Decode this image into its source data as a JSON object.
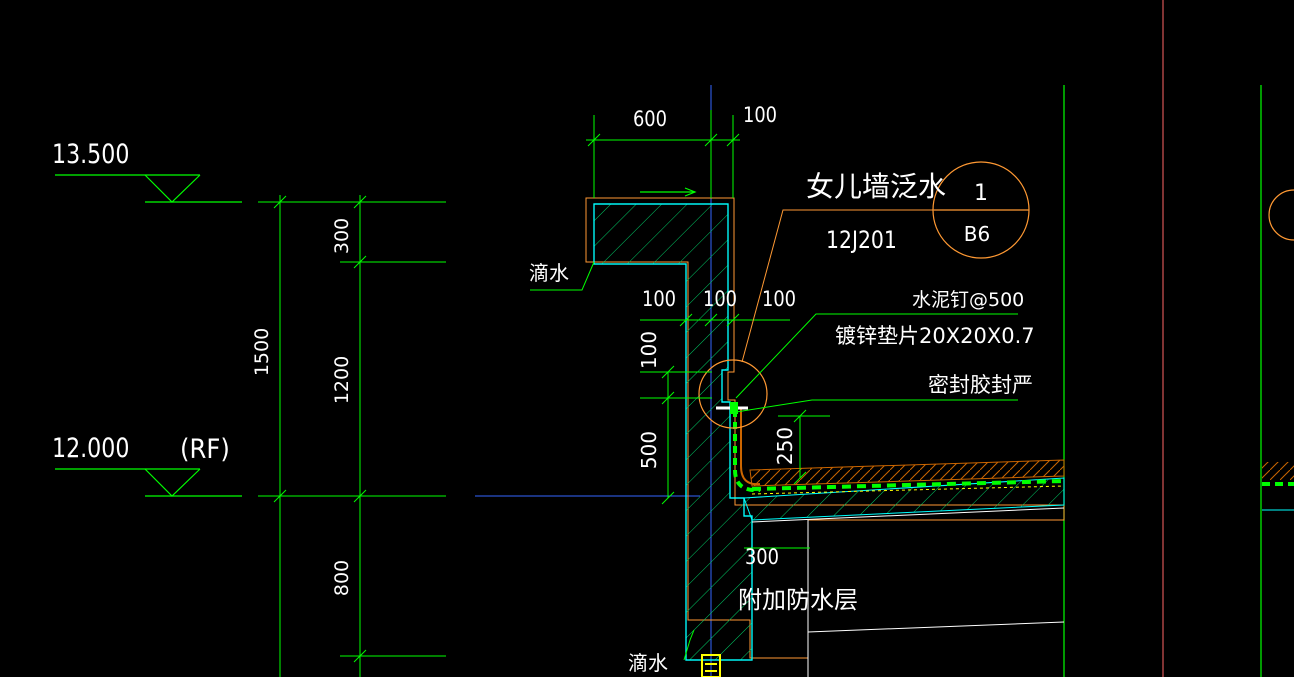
{
  "drawing": {
    "elevations": {
      "top": "13.500",
      "roof": "12.000",
      "roof_tag": "(RF)"
    },
    "vertical_dims": {
      "d1": "300",
      "d2": "1200",
      "d3": "800",
      "total": "1500"
    },
    "detail_dims": {
      "cap_width": "600",
      "cap_extra": "100",
      "wall_a": "100",
      "wall_b": "100",
      "wall_c": "100",
      "step": "100",
      "upturn": "500",
      "flash_h": "250",
      "base_w": "300"
    },
    "labels": {
      "drip_top": "滴水",
      "drip_bottom": "滴水",
      "parapet_flashing": "女儿墙泛水",
      "std_atlas": "12J201",
      "cement_nail": "水泥钉@500",
      "galv_washer": "镀锌垫片20X20X0.7",
      "sealant": "密封胶封严",
      "extra_waterproof": "附加防水层"
    },
    "detail_ref": {
      "number": "1",
      "sheet": "B6"
    },
    "colors": {
      "background": "#000000",
      "line_green": "#00ff00",
      "text_white": "#ffffff",
      "concrete_outline": "#00ffff",
      "leader_orange": "#ff9933",
      "axis_blue": "#3366ff",
      "sheet_border": "#ff6666",
      "marker_yellow": "#ffff00"
    }
  }
}
